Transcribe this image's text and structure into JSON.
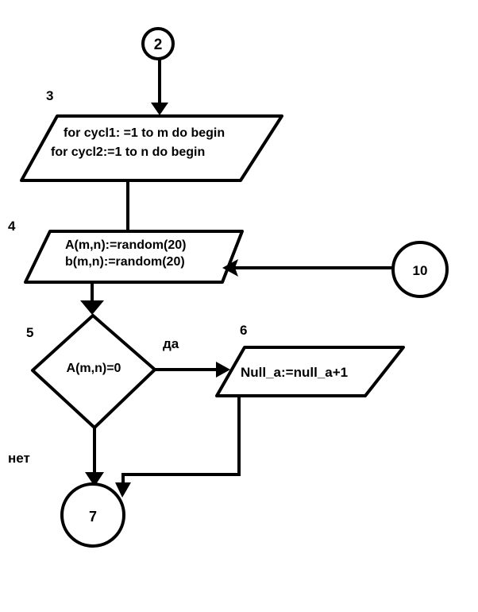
{
  "diagram": {
    "connectors": {
      "start": "2",
      "loop_back": "10",
      "end": "7"
    },
    "steps": {
      "step3": {
        "number": "3",
        "lines": [
          "for cycl1: =1 to m do begin",
          "for cycl2:=1  to n do begin"
        ]
      },
      "step4": {
        "number": "4",
        "lines": [
          "A(m,n):=random(20)",
          "b(m,n):=random(20)"
        ]
      },
      "step5": {
        "number": "5",
        "condition": "A(m,n)=0",
        "yes_label": "да",
        "no_label": "нет"
      },
      "step6": {
        "number": "6",
        "text": "Null_a:=null_a+1"
      }
    }
  }
}
